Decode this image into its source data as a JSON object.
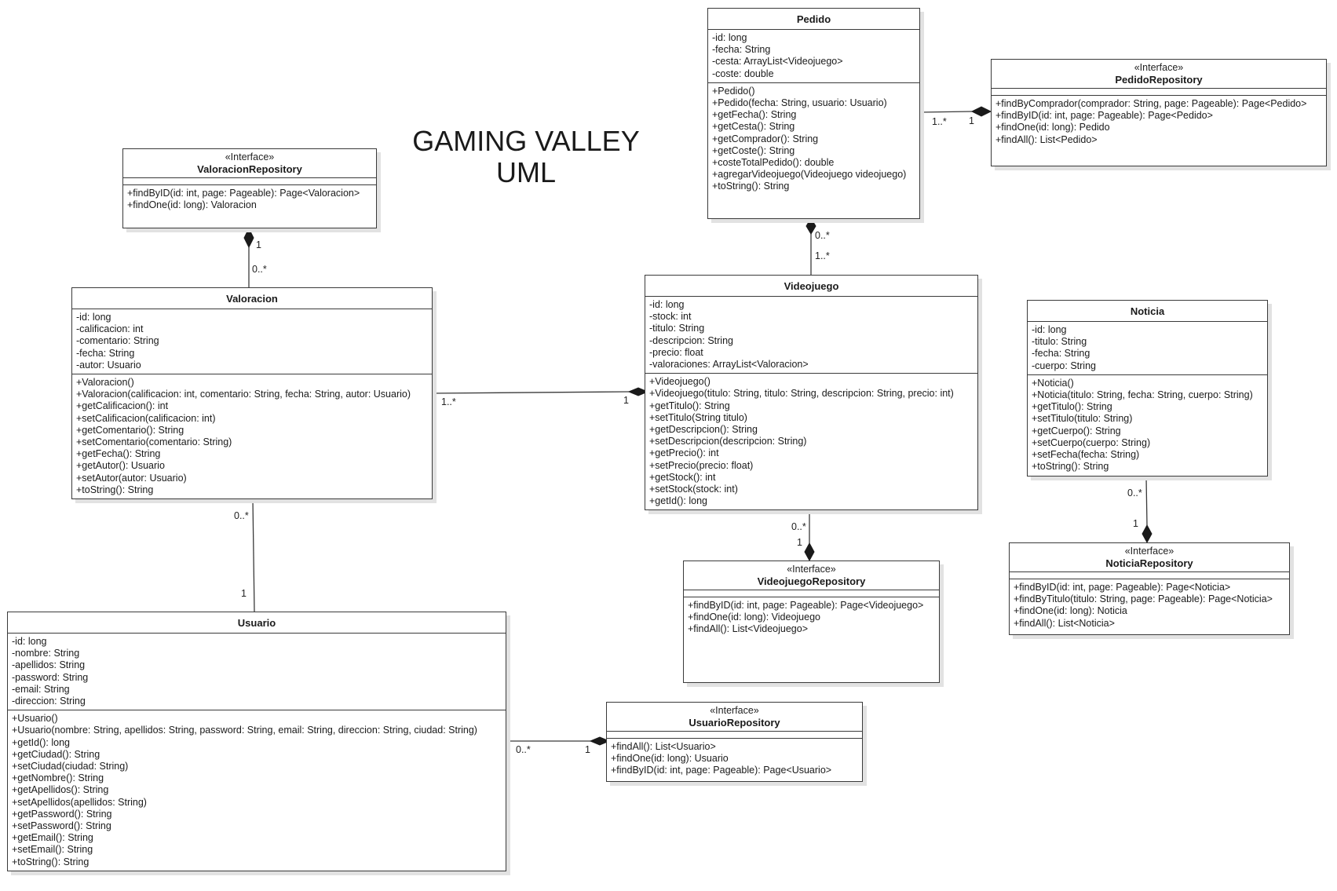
{
  "diagram": {
    "title_line1": "GAMING VALLEY",
    "title_line2": "UML",
    "stroke_color": "#3a3a3a",
    "shadow_color": "#e2e2e2"
  },
  "classes": {
    "pedido": {
      "name": "Pedido",
      "attributes": [
        "-id: long",
        "-fecha: String",
        "-cesta: ArrayList<Videojuego>",
        "-coste: double"
      ],
      "operations": [
        "+Pedido()",
        "+Pedido(fecha: String, usuario: Usuario)",
        "+getFecha(): String",
        "+getCesta(): String",
        "+getComprador(): String",
        "+getCoste(): String",
        "+costeTotalPedido(): double",
        "+agregarVideojuego(Videojuego videojuego)",
        "+toString(): String"
      ]
    },
    "pedido_repository": {
      "stereotype": "«Interface»",
      "name": "PedidoRepository",
      "operations": [
        "+findByComprador(comprador: String, page: Pageable): Page<Pedido>",
        "+findByID(id: int, page: Pageable): Page<Pedido>",
        "+findOne(id: long): Pedido",
        "+findAll(): List<Pedido>"
      ]
    },
    "valoracion_repository": {
      "stereotype": "«Interface»",
      "name": "ValoracionRepository",
      "operations": [
        "+findByID(id: int, page: Pageable): Page<Valoracion>",
        "+findOne(id: long): Valoracion"
      ]
    },
    "valoracion": {
      "name": "Valoracion",
      "attributes": [
        "-id: long",
        "-calificacion: int",
        "-comentario: String",
        "-fecha: String",
        "-autor: Usuario"
      ],
      "operations": [
        "+Valoracion()",
        "+Valoracion(calificacion: int, comentario: String, fecha: String, autor: Usuario)",
        "+getCalificacion(): int",
        "+setCalificacion(calificacion: int)",
        "+getComentario(): String",
        "+setComentario(comentario: String)",
        "+getFecha(): String",
        "+getAutor(): Usuario",
        "+setAutor(autor: Usuario)",
        "+toString(): String"
      ]
    },
    "videojuego": {
      "name": "Videojuego",
      "attributes": [
        "-id: long",
        "-stock: int",
        "-titulo: String",
        "-descripcion: String",
        "-precio: float",
        "-valoraciones: ArrayList<Valoracion>"
      ],
      "operations": [
        "+Videojuego()",
        "+Videojuego(titulo: String, titulo: String, descripcion: String, precio: int)",
        "+getTitulo(): String",
        "+setTitulo(String titulo)",
        "+getDescripcion(): String",
        "+setDescripcion(descripcion: String)",
        "+getPrecio(): int",
        "+setPrecio(precio: float)",
        "+getStock(): int",
        "+setStock(stock: int)",
        "+getId(): long"
      ]
    },
    "noticia": {
      "name": "Noticia",
      "attributes": [
        "-id: long",
        "-titulo: String",
        "-fecha: String",
        "-cuerpo: String"
      ],
      "operations": [
        "+Noticia()",
        "+Noticia(titulo: String, fecha: String, cuerpo: String)",
        "+getTitulo(): String",
        "+setTitulo(titulo: String)",
        "+getCuerpo(): String",
        "+setCuerpo(cuerpo: String)",
        "+setFecha(fecha: String)",
        "+toString(): String"
      ]
    },
    "noticia_repository": {
      "stereotype": "«Interface»",
      "name": "NoticiaRepository",
      "operations": [
        "+findByID(id: int, page: Pageable): Page<Noticia>",
        "+findByTitulo(titulo: String, page: Pageable): Page<Noticia>",
        "+findOne(id: long): Noticia",
        "+findAll(): List<Noticia>"
      ]
    },
    "videojuego_repository": {
      "stereotype": "«Interface»",
      "name": "VideojuegoRepository",
      "operations": [
        "+findByID(id: int, page: Pageable): Page<Videojuego>",
        "+findOne(id: long): Videojuego",
        "+findAll(): List<Videojuego>"
      ]
    },
    "usuario": {
      "name": "Usuario",
      "attributes": [
        "-id: long",
        "-nombre: String",
        "-apellidos: String",
        "-password: String",
        "-email: String",
        "-direccion: String"
      ],
      "operations": [
        "+Usuario()",
        "+Usuario(nombre: String, apellidos: String, password: String, email: String, direccion: String, ciudad: String)",
        "+getId(): long",
        "+getCiudad(): String",
        "+setCiudad(ciudad: String)",
        "+getNombre(): String",
        "+getApellidos(): String",
        "+setApellidos(apellidos: String)",
        "+getPassword(): String",
        "+setPassword(): String",
        "+getEmail(): String",
        "+setEmail(): String",
        "+toString(): String"
      ]
    },
    "usuario_repository": {
      "stereotype": "«Interface»",
      "name": "UsuarioRepository",
      "operations": [
        "+findAll(): List<Usuario>",
        "+findOne(id: long): Usuario",
        "+findByID(id: int, page: Pageable): Page<Usuario>"
      ]
    }
  },
  "multiplicities": {
    "pedido_repo_near_pedido": "1..*",
    "pedido_repo_near_repo": "1",
    "pedido_videojuego_near_pedido": "0..*",
    "pedido_videojuego_near_videojuego": "1..*",
    "valoracion_repo_near_repo": "1",
    "valoracion_repo_near_valoracion": "0..*",
    "valoracion_videojuego_near_valoracion": "1..*",
    "valoracion_videojuego_near_videojuego": "1",
    "valoracion_usuario_near_valoracion": "0..*",
    "valoracion_usuario_near_usuario": "1",
    "videojuego_repo_near_videojuego": "0..*",
    "videojuego_repo_near_repo": "1",
    "noticia_repo_near_noticia": "0..*",
    "noticia_repo_near_repo": "1",
    "usuario_repo_near_usuario": "0..*",
    "usuario_repo_near_repo": "1"
  }
}
